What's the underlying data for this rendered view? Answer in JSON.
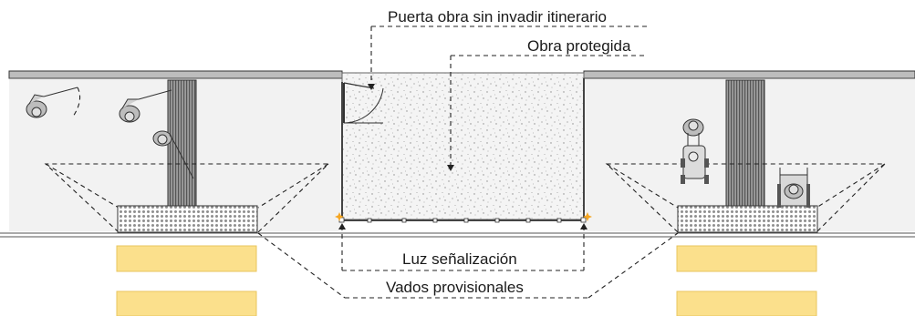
{
  "labels": {
    "door": "Puerta obra sin invadir itinerario",
    "protected_works": "Obra protegida",
    "signal_light": "Luz señalización",
    "provisional_ramps": "Vados provisionales"
  },
  "colors": {
    "background": "#ffffff",
    "building_band": "#f2f2f2",
    "roof": "#bdbdbd",
    "works_fill": "#f3f3f3",
    "crossing_stripes": "#fbe08c",
    "signal_light": "#f5a623",
    "tactile_paving": "#9a9a9a"
  },
  "icons": [
    "pedestrian-with-cane-icon",
    "pedestrian-with-stroller-icon",
    "wheelchair-user-icon",
    "signal-light-icon"
  ]
}
